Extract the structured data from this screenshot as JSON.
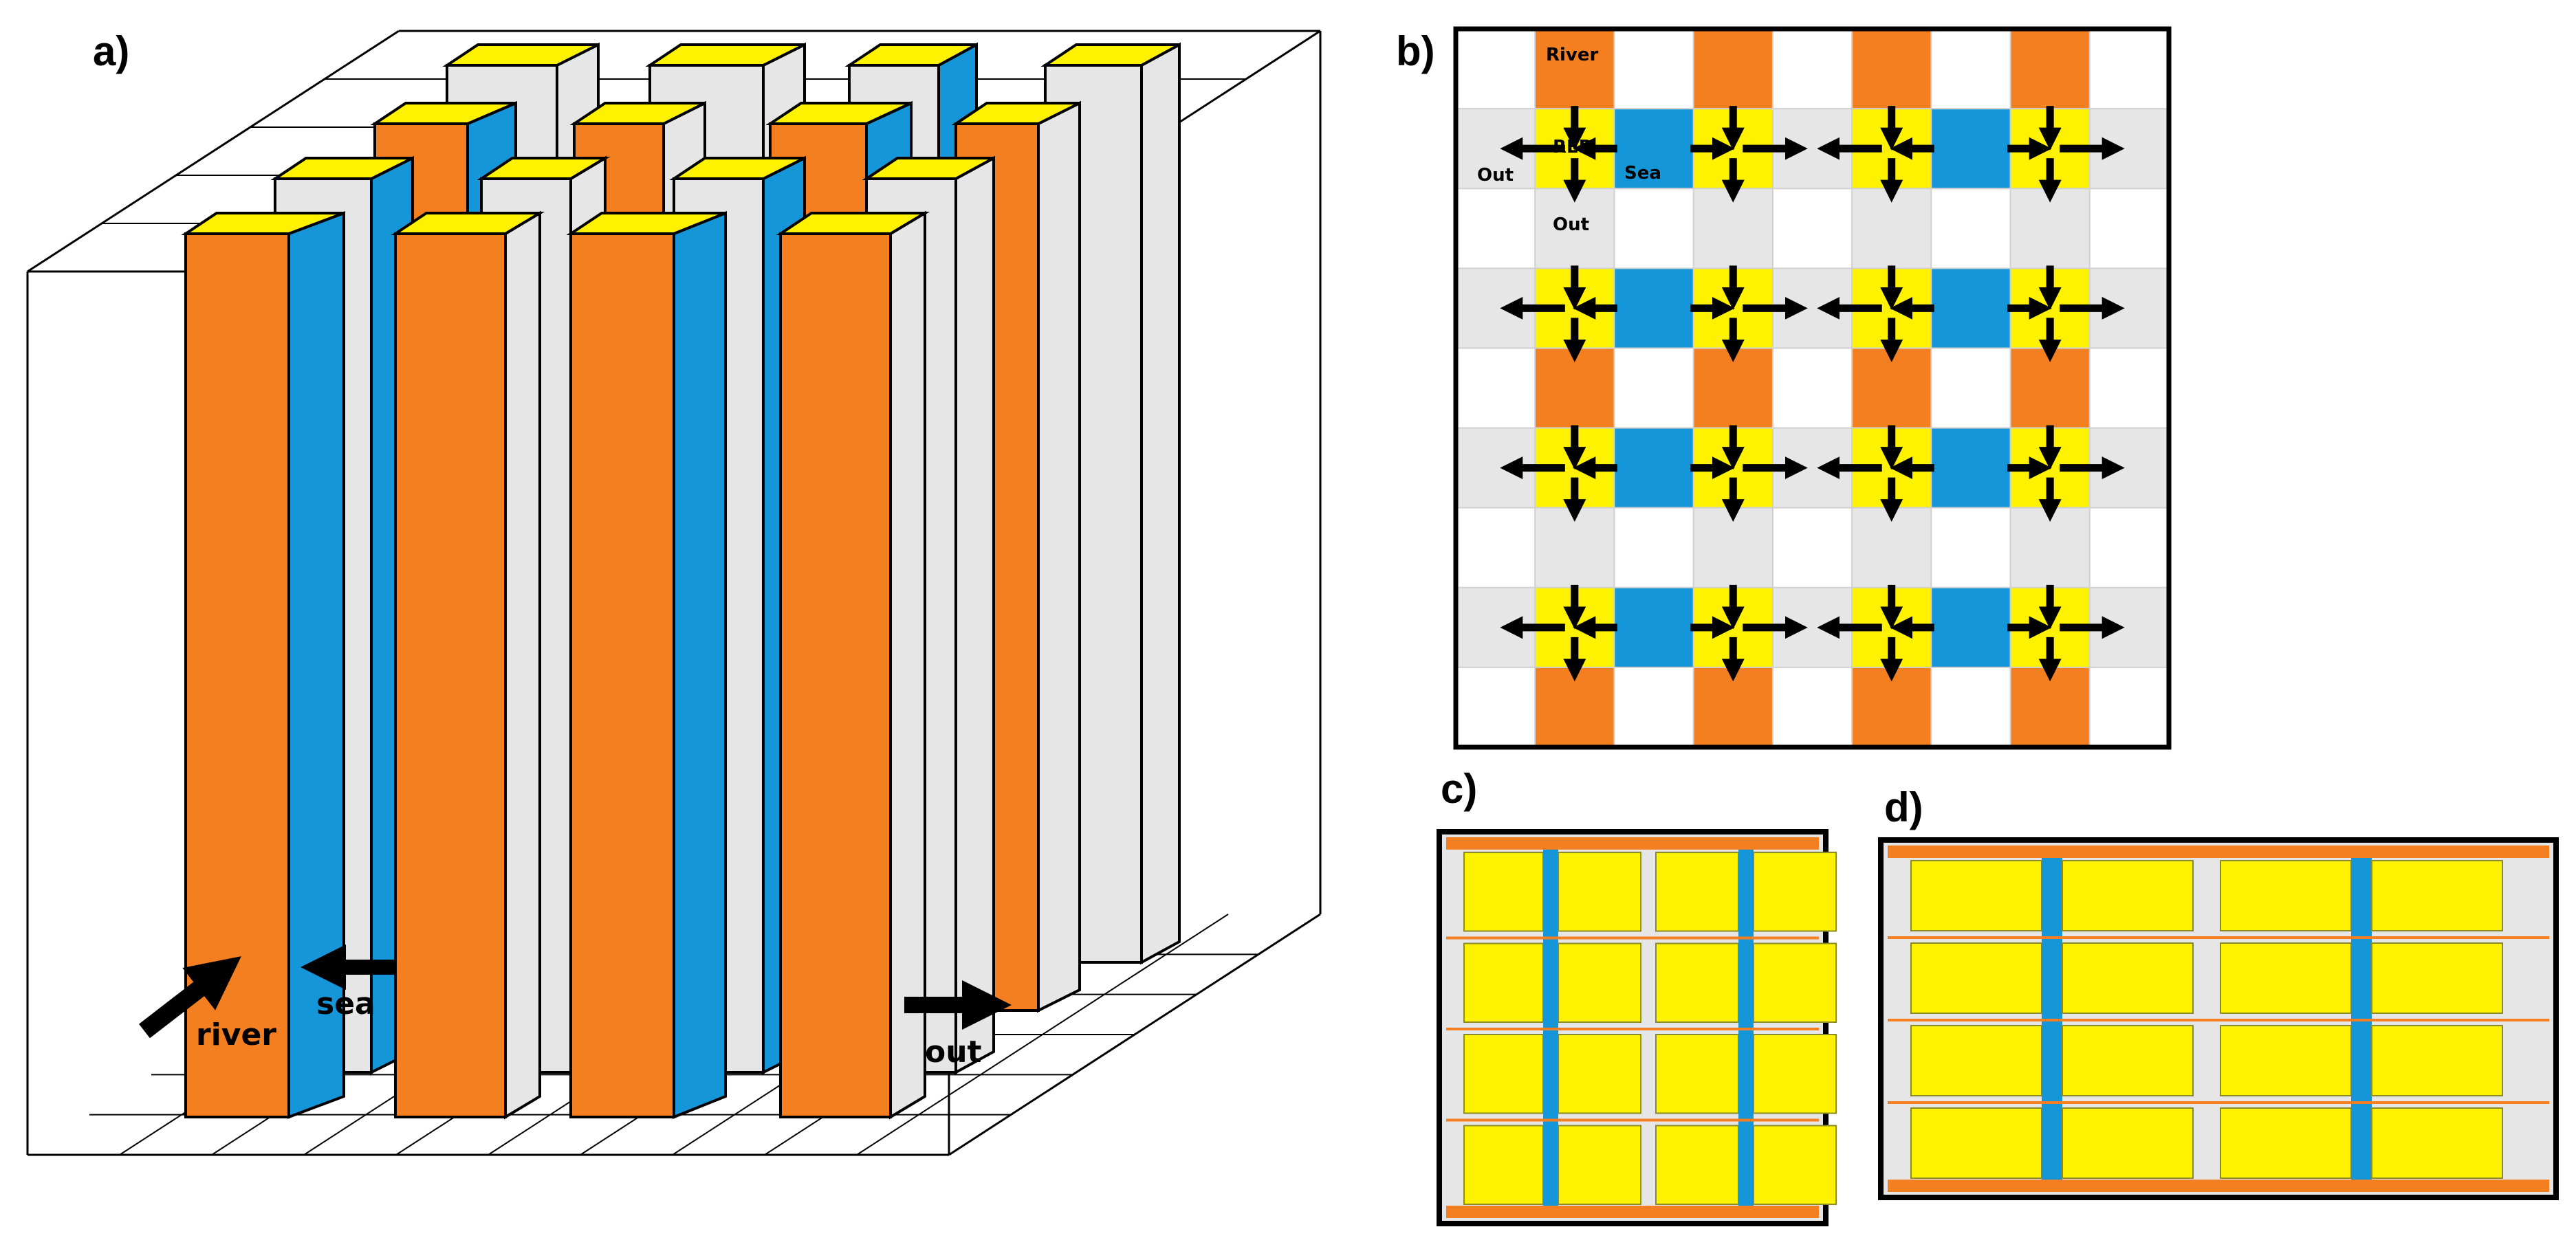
{
  "colors": {
    "river": "#f47f20",
    "sea": "#1496d8",
    "electrode": "#fef200",
    "outlet": "#e6e6e6",
    "background": "#ffffff",
    "frame": "#000000"
  },
  "panel_a": {
    "label": "a)",
    "flow_labels": {
      "river": "river",
      "sea": "sea",
      "out": "out"
    }
  },
  "panel_b": {
    "label": "b)",
    "cell_labels": {
      "river": "River",
      "red": "RED",
      "sea": "Sea",
      "out_left": "Out",
      "out_below": "Out"
    }
  },
  "panel_c": {
    "label": "c)"
  },
  "panel_d": {
    "label": "d)"
  }
}
